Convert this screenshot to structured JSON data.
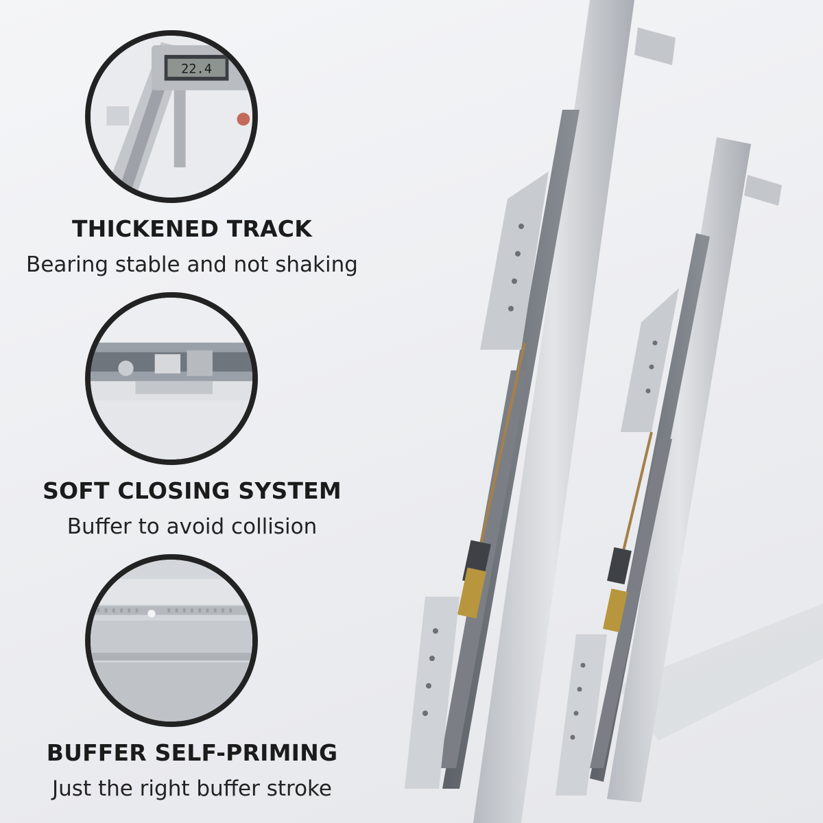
{
  "features": [
    {
      "title": "THICKENED TRACK",
      "subtitle": "Bearing stable and not shaking",
      "caliper_reading": "22.4"
    },
    {
      "title": "SOFT CLOSING SYSTEM",
      "subtitle": "Buffer to avoid collision"
    },
    {
      "title": "BUFFER SELF-PRIMING",
      "subtitle": "Just the right buffer stroke"
    }
  ],
  "colors": {
    "ring": "#222222",
    "steel": "#c9ccd1",
    "brass": "#b8963e",
    "text": "#1b1b1b"
  }
}
